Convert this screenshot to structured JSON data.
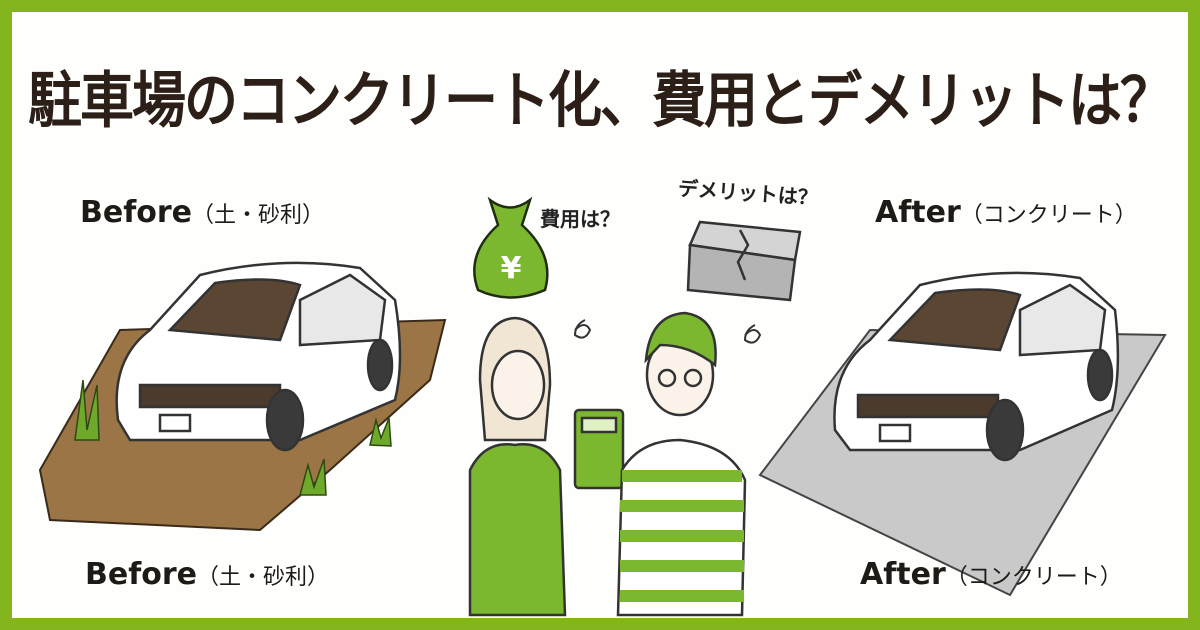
{
  "title": "駐車場のコンクリート化、費用とデメリットは？",
  "before_label": {
    "main": "Before",
    "sub": "（土・砂利）"
  },
  "after_label": {
    "main": "After",
    "sub": "（コンクリート）"
  },
  "cost_question": "費用は？",
  "demerit_question": "デメリットは？",
  "yen_symbol": "¥",
  "colors": {
    "border": "#84b41e",
    "accent_green": "#7cb82f",
    "text": "#2b1f18",
    "dirt": "#9b7545",
    "concrete": "#c9c9c9"
  }
}
